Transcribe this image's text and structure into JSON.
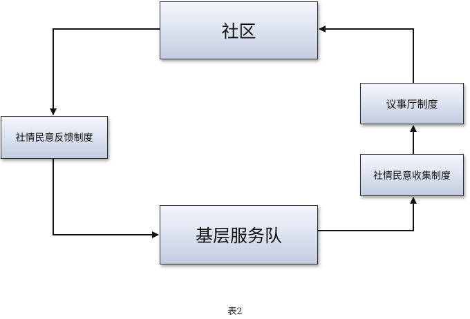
{
  "nodes": {
    "community": "社区",
    "feedback": "社情民意反馈制度",
    "team": "基层服务队",
    "collect": "社情民意收集制度",
    "hall": "议事厅制度"
  },
  "caption": "表2"
}
